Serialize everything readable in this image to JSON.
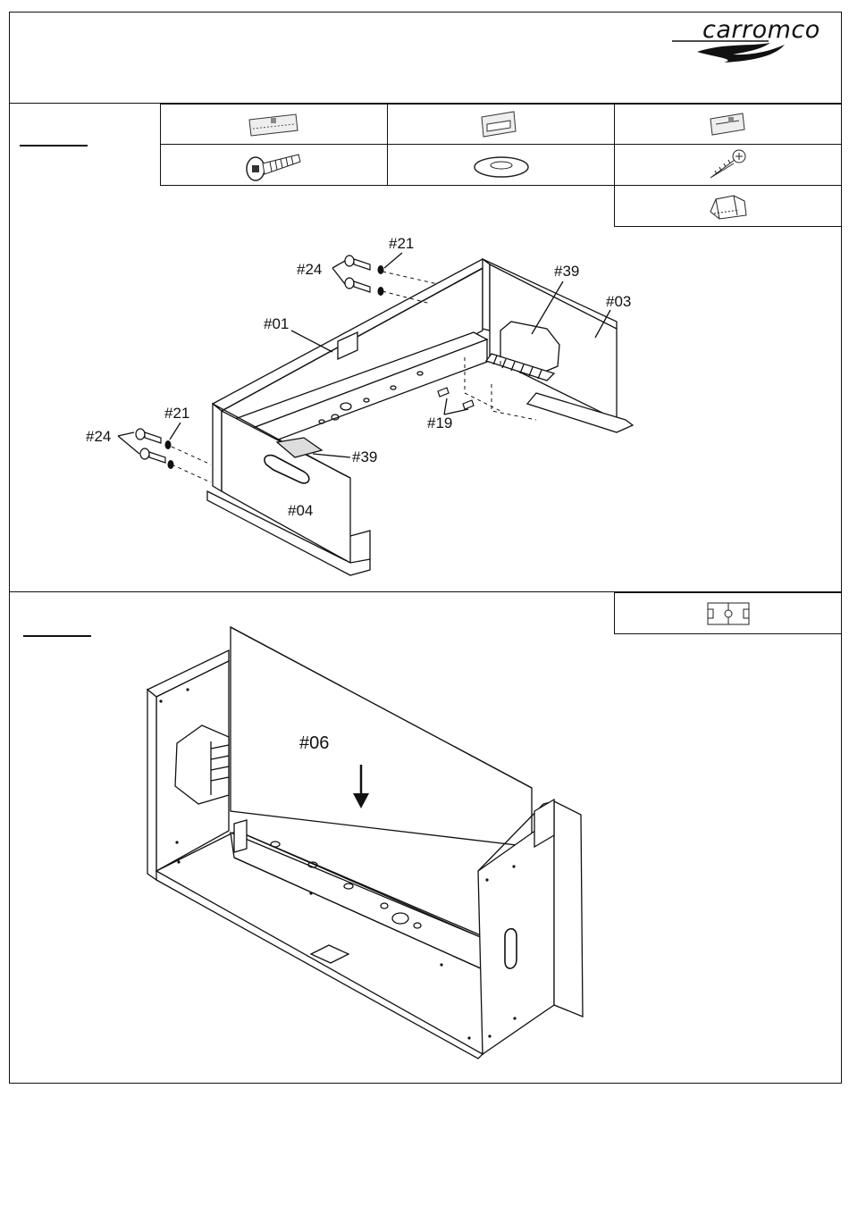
{
  "header": {
    "brand": "carromco"
  },
  "step1": {
    "parts_icons": [
      "hinge-plate-icon",
      "bracket-icon",
      "bracket-icon",
      "bolt-icon",
      "washer-icon",
      "screw-icon",
      "ball-return-icon"
    ],
    "labels": {
      "p21_top": "#21",
      "p24_top": "#24",
      "p39_top": "#39",
      "p03": "#03",
      "p01": "#01",
      "p21_left": "#21",
      "p24_left": "#24",
      "p19": "#19",
      "p39_mid": "#39",
      "p04": "#04"
    }
  },
  "step2": {
    "tool_icon": "field-icon",
    "labels": {
      "p06": "#06"
    }
  }
}
